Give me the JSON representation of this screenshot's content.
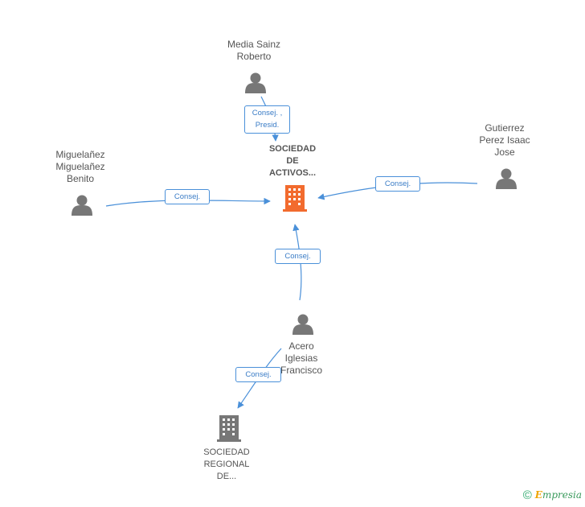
{
  "nodes": {
    "main": {
      "lines": [
        "SOCIEDAD",
        "DE",
        "ACTIVOS..."
      ],
      "color": "#f26b2e"
    },
    "media": {
      "lines": [
        "Media Sainz",
        "Roberto"
      ]
    },
    "miguel": {
      "lines": [
        "Miguelañez",
        "Miguelañez",
        "Benito"
      ]
    },
    "gutierrez": {
      "lines": [
        "Gutierrez",
        "Perez Isaac",
        "Jose"
      ]
    },
    "acero": {
      "lines": [
        "Acero",
        "Iglesias",
        "Francisco"
      ]
    },
    "regional": {
      "lines": [
        "SOCIEDAD",
        "REGIONAL",
        "DE..."
      ]
    }
  },
  "edges": {
    "media": [
      "Consej. ,",
      "Presid."
    ],
    "miguel": [
      "Consej."
    ],
    "gutierrez": [
      "Consej."
    ],
    "acero": [
      "Consej."
    ],
    "regional": [
      "Consej."
    ]
  },
  "colors": {
    "edge": "#4a90d9",
    "person": "#777777",
    "company": "#777777",
    "main_company": "#f26b2e"
  },
  "footer": {
    "copyright": "©",
    "brand_first": "E",
    "brand_rest": "mpresia"
  }
}
